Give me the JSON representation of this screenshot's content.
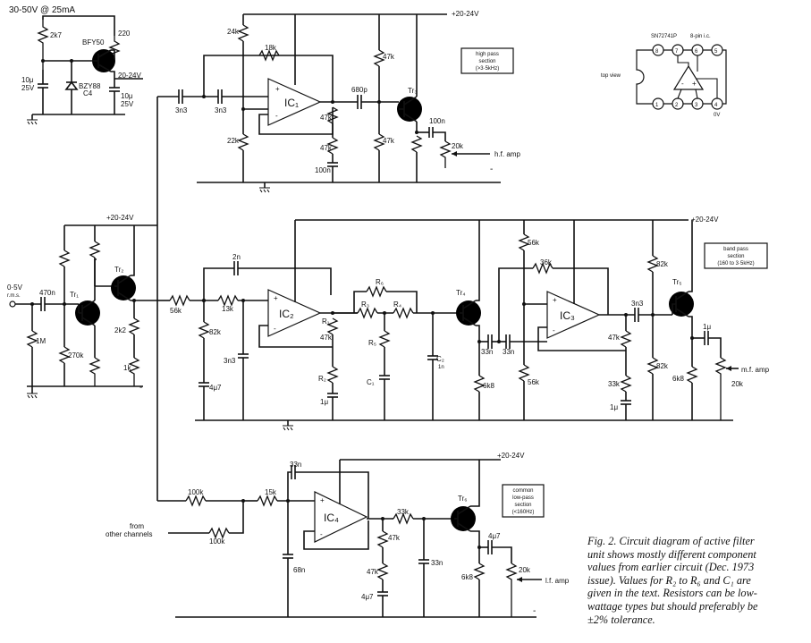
{
  "figure": {
    "caption_lines": [
      "Fig. 2. Circuit diagram of active filter",
      "unit shows mostly different component",
      "values from earlier circuit (Dec. 1973",
      "issue). Values for R₂ to R₆ and C₁ are",
      "given in the text. Resistors can be low-",
      "wattage types but should preferably be",
      "±2% tolerance."
    ]
  },
  "supply": {
    "input_label": "30-50V @ 25mA",
    "regulated_label": "20-24V",
    "rail_label": "+20-24V",
    "minus_sign": "-"
  },
  "regulator": {
    "transistor": "BFY50",
    "zener": "BZY88",
    "zener_suffix": "C4",
    "r1": "2k7",
    "r2": "220",
    "cap1_value": "10μ",
    "cap1_voltage": "25V",
    "cap2_value": "10μ",
    "cap2_voltage": "25V"
  },
  "input_stage": {
    "input_level": "0·5V",
    "input_unit": "r.m.s.",
    "c_in": "470n",
    "r_bias_top": "1M",
    "r_bias_bottom": "270k",
    "tr1": "Tr₁",
    "tr2": "Tr₂",
    "r_emitter": "2k2",
    "r_emitter2": "1k"
  },
  "high_pass": {
    "title_lines": [
      "high pass",
      "section",
      "(>3·5kHz)"
    ],
    "ic": "IC₁",
    "c1": "3n3",
    "c2": "3n3",
    "r_top": "24k",
    "r_bottom": "22k",
    "r_fb": "18k",
    "c_out": "680p",
    "r_div1": "47k",
    "r_div2": "47k",
    "c_div": "100n",
    "tr": "Tr₃",
    "r_tr_top": "47k",
    "r_tr_bottom": "47k",
    "c_tr": "100n",
    "pot": "20k",
    "out_label": "h.f. amp"
  },
  "band_pass": {
    "title_lines": [
      "band pass",
      "section",
      "(160 to 3·5kHz)"
    ],
    "ic2": "IC₂",
    "ic3": "IC₃",
    "r_in": "56k",
    "c_fb": "2n",
    "r_series": "13k",
    "r_gnd": "82k",
    "c_gnd": "3n3",
    "c_bias": "4μ7",
    "r1_label": "R₁",
    "r1_value": "47k",
    "r2_label": "R₂",
    "c_r2": "1μ",
    "r3": "R₃",
    "r4": "R₄",
    "r5": "R₅",
    "r6": "R₆",
    "c1": "C₁",
    "c2": "C₂",
    "c2_value": "1n",
    "tr4": "Tr₄",
    "c_a": "33n",
    "c_b": "33n",
    "r_em4": "6k8",
    "r_bias3_top": "56k",
    "r_bias3_bottom": "56k",
    "r_fb3": "36k",
    "c_out3": "3n3",
    "r_div1": "47k",
    "r_div2": "33k",
    "c_div": "1μ",
    "tr5": "Tr₅",
    "r_bias5_top": "82k",
    "r_bias5_bottom": "82k",
    "r_em5": "6k8",
    "c_out5": "1μ",
    "pot": "20k",
    "out_label": "m.f. amp"
  },
  "low_pass": {
    "title_lines": [
      "common",
      "low-pass",
      "section",
      "(<160Hz)"
    ],
    "ic": "IC₄",
    "r_in1": "100k",
    "r_in2": "100k",
    "from_label_1": "from",
    "from_label_2": "other channels",
    "r_series": "15k",
    "c_fb": "33n",
    "c_gnd": "68n",
    "r_out": "33k",
    "c_out_gnd": "33n",
    "r_div1": "47k",
    "r_div2": "47k",
    "c_div": "4μ7",
    "tr": "Tr₆",
    "r_em": "6k8",
    "c_out": "4μ7",
    "pot": "20k",
    "out_label": "l.f. amp"
  },
  "ic_pinout": {
    "part": "SN72741P",
    "package": "8-pin i.c.",
    "view": "top view",
    "pins_top": [
      "8",
      "7",
      "6",
      "5"
    ],
    "pins_bottom": [
      "1",
      "2",
      "3",
      "4"
    ],
    "pin4_label": "0V",
    "minus": "-",
    "plus": "+"
  }
}
